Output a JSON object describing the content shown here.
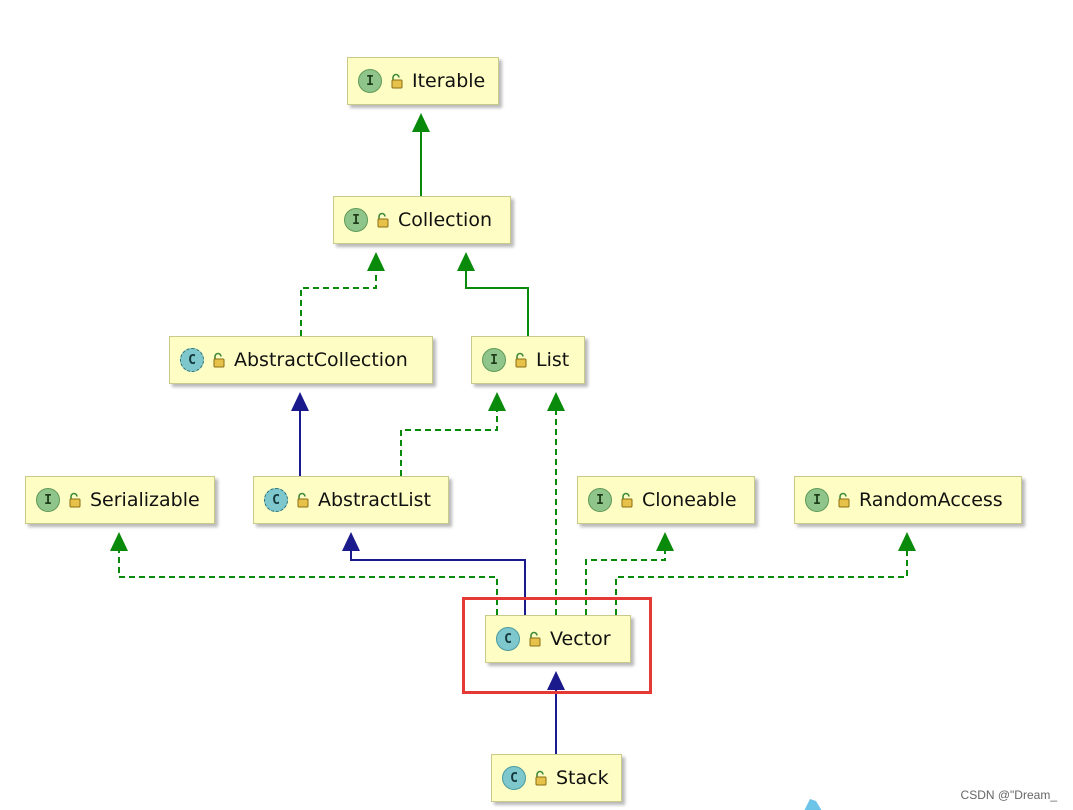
{
  "nodes": [
    {
      "id": "iterable",
      "kind": "I",
      "kind_type": "interface",
      "name": "Iterable"
    },
    {
      "id": "collection",
      "kind": "I",
      "kind_type": "interface",
      "name": "Collection"
    },
    {
      "id": "abstractcollection",
      "kind": "C",
      "kind_type": "abstract-class",
      "name": "AbstractCollection"
    },
    {
      "id": "list",
      "kind": "I",
      "kind_type": "interface",
      "name": "List"
    },
    {
      "id": "serializable",
      "kind": "I",
      "kind_type": "interface",
      "name": "Serializable"
    },
    {
      "id": "abstractlist",
      "kind": "C",
      "kind_type": "abstract-class",
      "name": "AbstractList"
    },
    {
      "id": "cloneable",
      "kind": "I",
      "kind_type": "interface",
      "name": "Cloneable"
    },
    {
      "id": "randomaccess",
      "kind": "I",
      "kind_type": "interface",
      "name": "RandomAccess"
    },
    {
      "id": "vector",
      "kind": "C",
      "kind_type": "class",
      "name": "Vector"
    },
    {
      "id": "stack",
      "kind": "C",
      "kind_type": "class",
      "name": "Stack"
    }
  ],
  "edges": [
    {
      "from": "collection",
      "to": "iterable",
      "relation": "extends",
      "style": "solid-green"
    },
    {
      "from": "abstractcollection",
      "to": "collection",
      "relation": "implements",
      "style": "dashed-green"
    },
    {
      "from": "list",
      "to": "collection",
      "relation": "extends",
      "style": "solid-green"
    },
    {
      "from": "abstractlist",
      "to": "abstractcollection",
      "relation": "extends",
      "style": "solid-blue"
    },
    {
      "from": "abstractlist",
      "to": "list",
      "relation": "implements",
      "style": "dashed-green"
    },
    {
      "from": "vector",
      "to": "serializable",
      "relation": "implements",
      "style": "dashed-green"
    },
    {
      "from": "vector",
      "to": "abstractlist",
      "relation": "extends",
      "style": "solid-blue"
    },
    {
      "from": "vector",
      "to": "list",
      "relation": "implements",
      "style": "dashed-green"
    },
    {
      "from": "vector",
      "to": "cloneable",
      "relation": "implements",
      "style": "dashed-green"
    },
    {
      "from": "vector",
      "to": "randomaccess",
      "relation": "implements",
      "style": "dashed-green"
    },
    {
      "from": "stack",
      "to": "vector",
      "relation": "extends",
      "style": "solid-blue"
    }
  ],
  "highlighted": "vector",
  "colors": {
    "interface_edge": "#0a8a0a",
    "class_edge": "#1a1a8c",
    "node_fill": "#fdfdc4",
    "highlight": "#e53935",
    "blue_mark": "#6cc5e8"
  },
  "watermark": "CSDN @\"Dream_"
}
